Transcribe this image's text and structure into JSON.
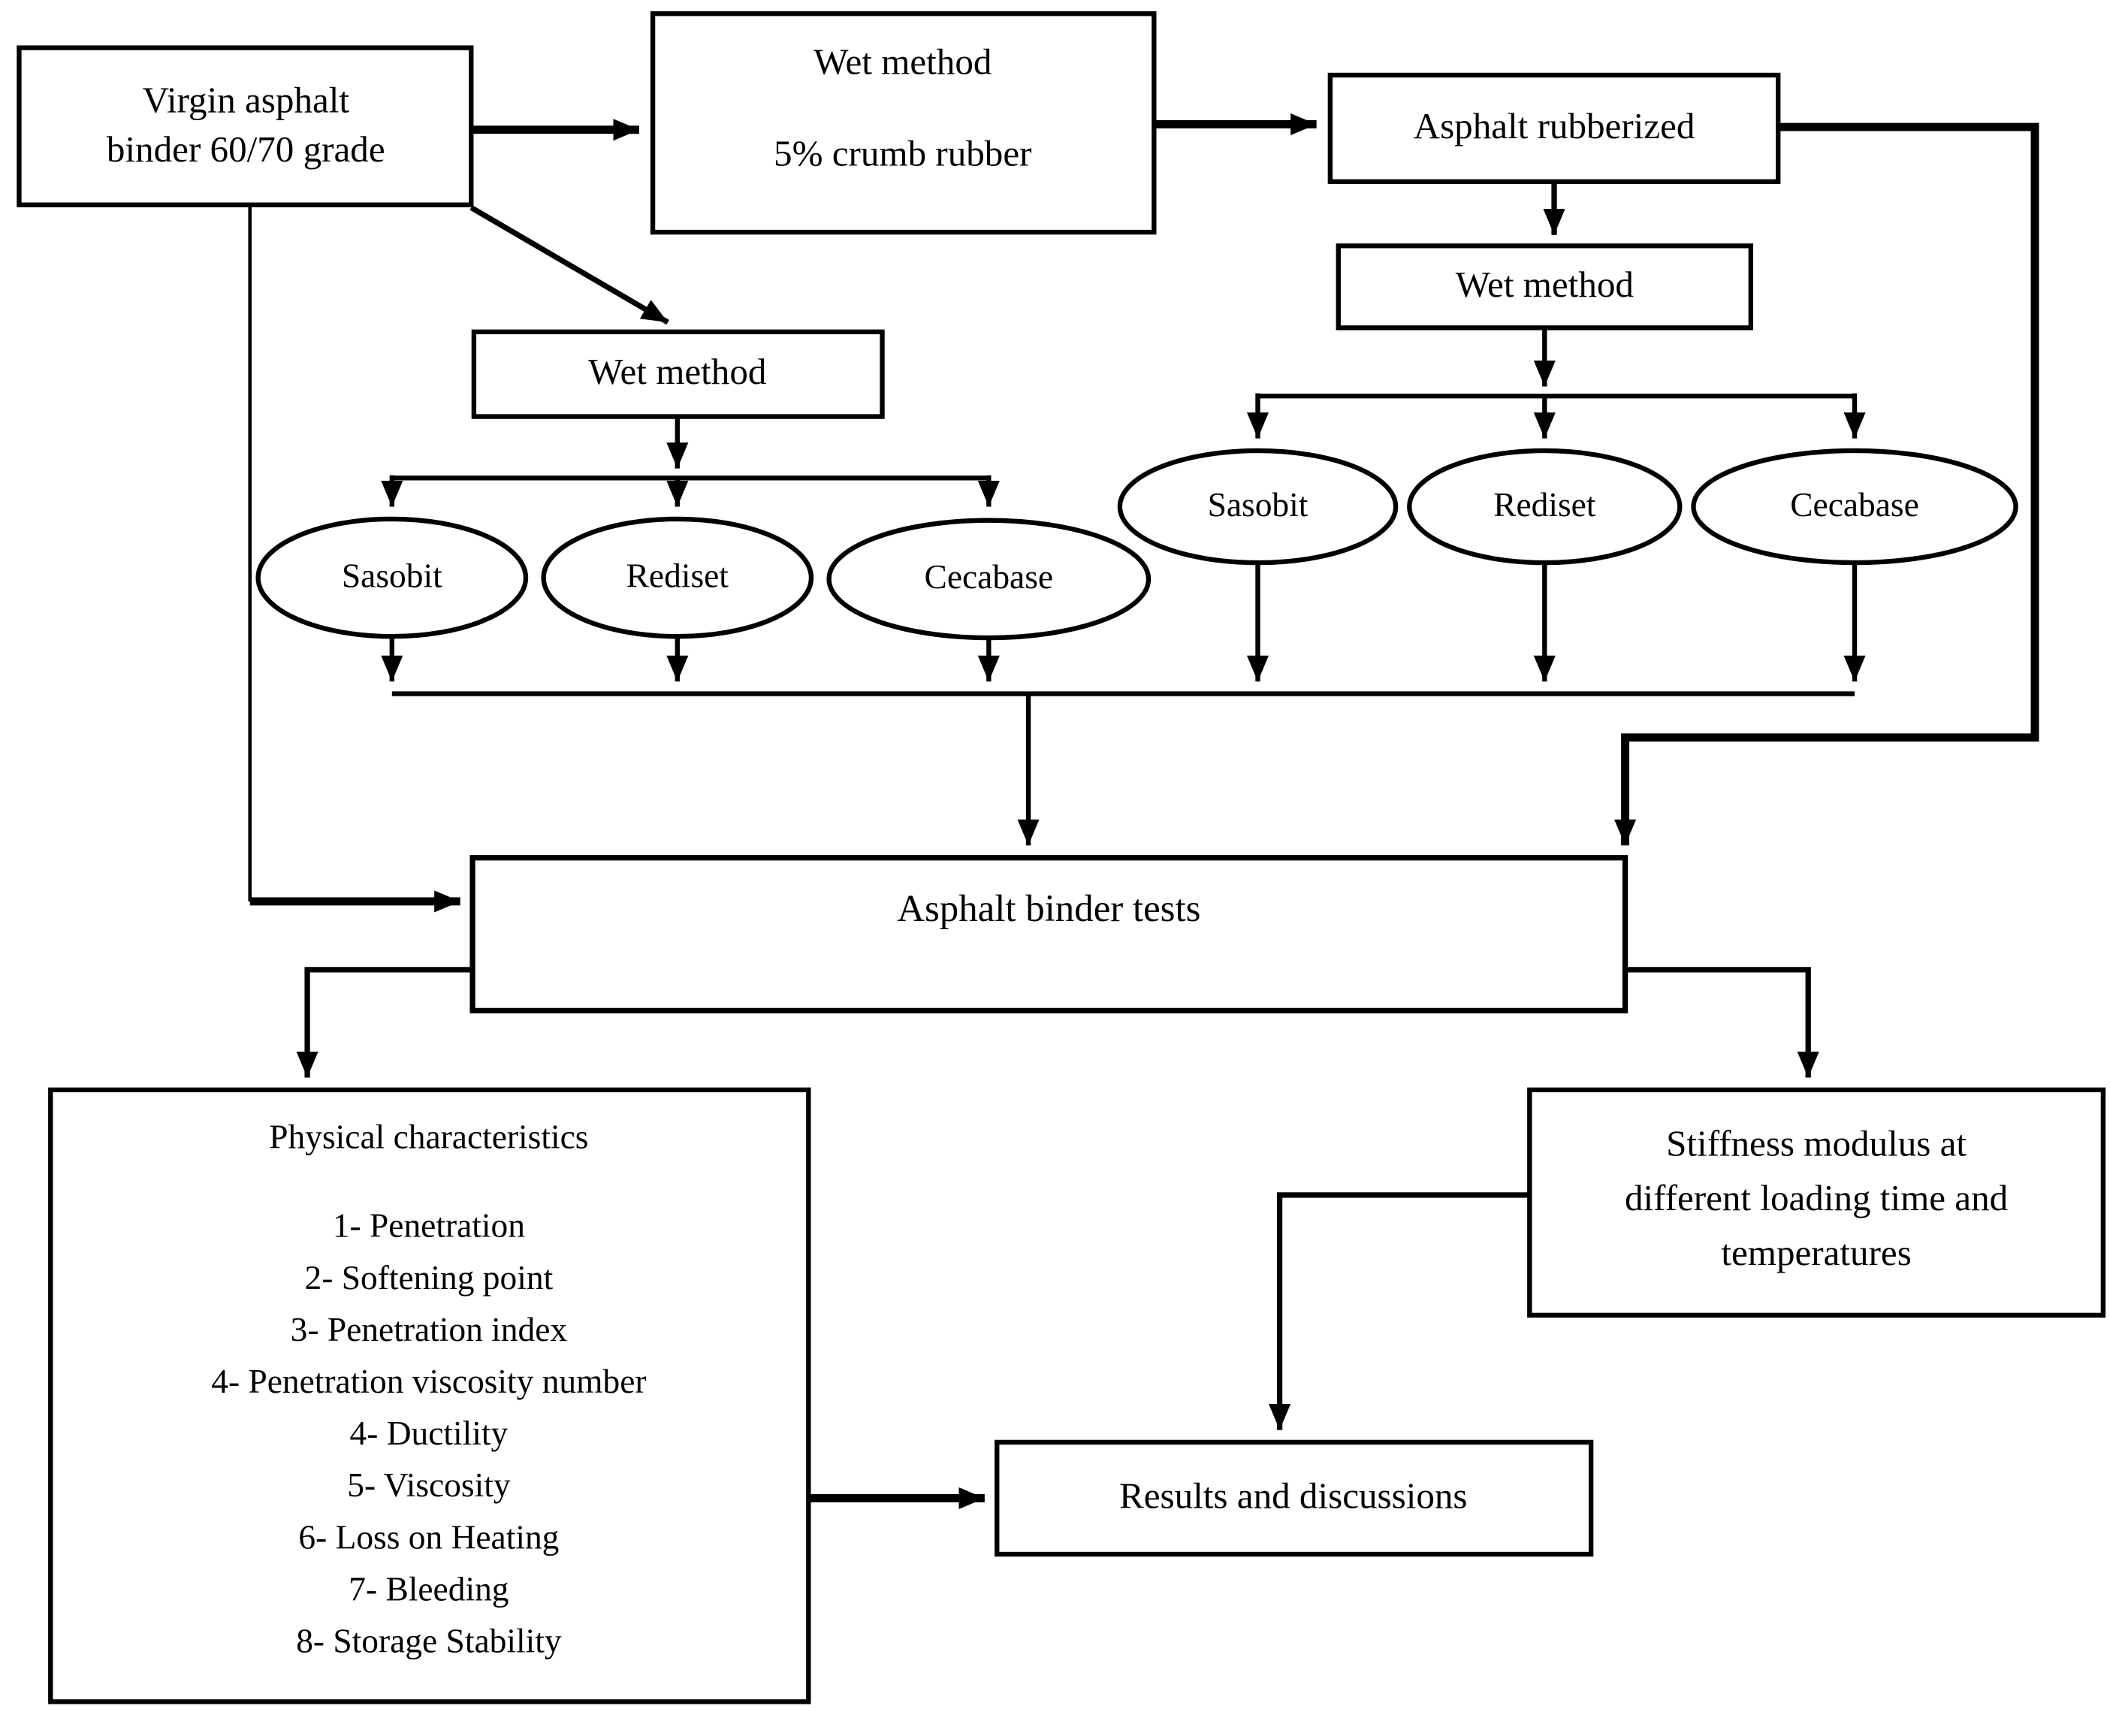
{
  "diagram": {
    "title": "Asphalt binder modification and testing flowchart",
    "colors": {
      "line": "#000000",
      "background": "#ffffff",
      "box_fill": "#ffffff"
    },
    "nodes": {
      "virgin": {
        "lines": [
          "Virgin asphalt",
          "binder 60/70 grade"
        ]
      },
      "wet_crumb": {
        "lines": [
          "Wet method",
          "5% crumb rubber"
        ]
      },
      "rubberized": {
        "label": "Asphalt rubberized"
      },
      "wet_right": {
        "label": "Wet method"
      },
      "wet_left": {
        "label": "Wet method"
      },
      "left_additives": [
        "Sasobit",
        "Rediset",
        "Cecabase"
      ],
      "right_additives": [
        "Sasobit",
        "Rediset",
        "Cecabase"
      ],
      "tests": {
        "label": "Asphalt binder tests"
      },
      "physical": {
        "title": "Physical characteristics",
        "items": [
          "1- Penetration",
          "2- Softening point",
          "3- Penetration index",
          "4- Penetration viscosity number",
          "4- Ductility",
          "5- Viscosity",
          "6- Loss on Heating",
          "7- Bleeding",
          "8- Storage Stability"
        ]
      },
      "stiffness": {
        "lines": [
          "Stiffness modulus at",
          "different loading time and",
          "temperatures"
        ]
      },
      "results": {
        "label": "Results and discussions"
      }
    }
  }
}
